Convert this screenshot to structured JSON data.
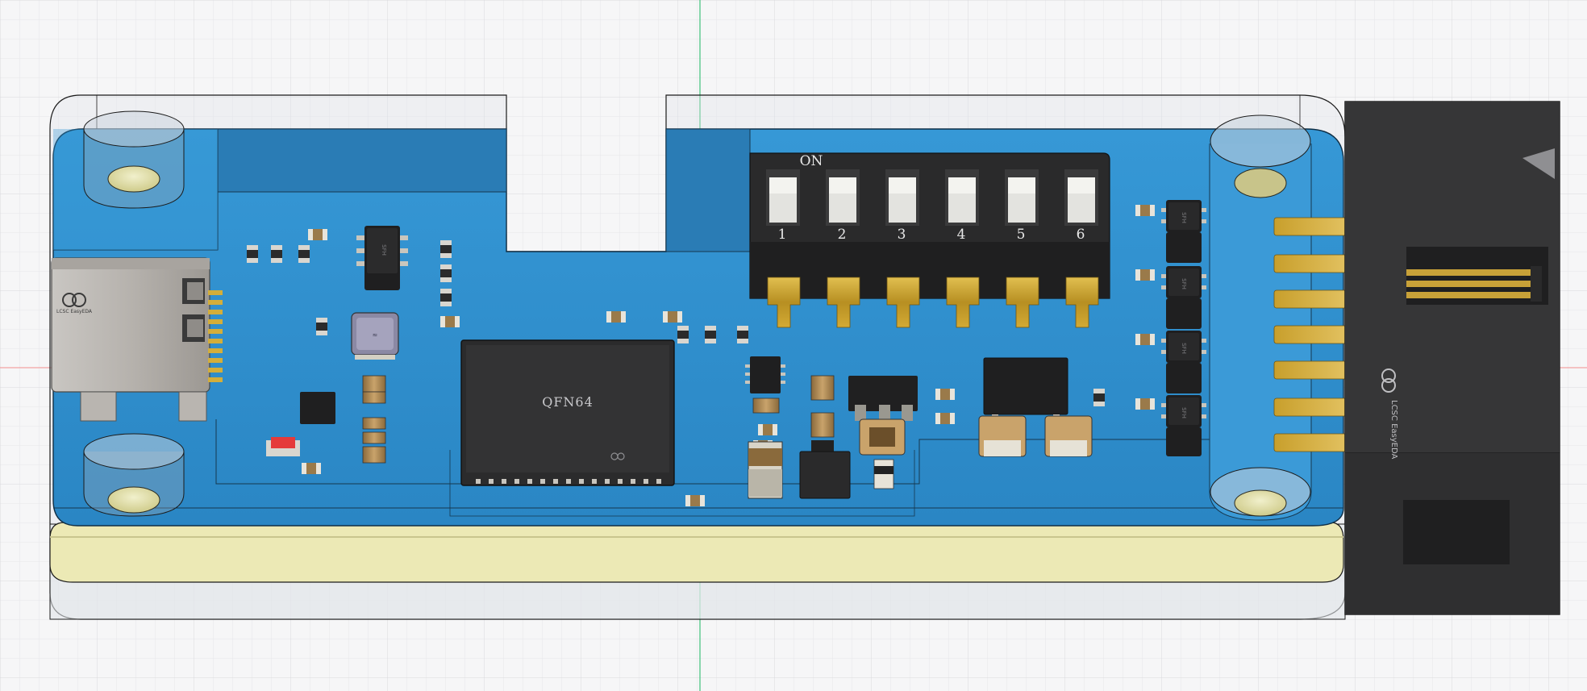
{
  "viewport": {
    "background": "#f6f6f7",
    "grid_color": "#e2e2e6",
    "axis_green": "#3fc27a",
    "axis_red": "#f2a2a2"
  },
  "board": {
    "pcb_color": "#2e8fcf",
    "base_color": "#ece9b5",
    "enclosure_color": "#d7dde3"
  },
  "dip_switch": {
    "on_label": "ON",
    "positions": [
      "1",
      "2",
      "3",
      "4",
      "5",
      "6"
    ]
  },
  "chips": {
    "mcu_label": "QFN64",
    "header_logo": "LCSC EasyEDA"
  },
  "icons": {
    "pin1_marker": "triangle-icon",
    "logo": "easyeda-logo-icon"
  }
}
